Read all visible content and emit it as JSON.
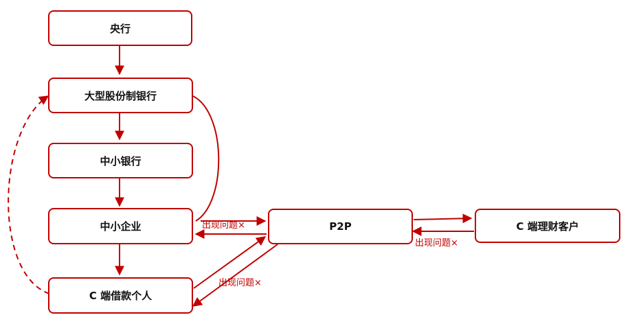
{
  "nodes": {
    "central_bank": "央行",
    "large_bank": "大型股份制银行",
    "small_bank": "中小银行",
    "sme": "中小企业",
    "p2p": "P2P",
    "c_investor": "C 端理财客户",
    "c_borrower": "C 端借款个人"
  },
  "edge_labels": {
    "sme_p2p": "出现问题×",
    "p2p_investor": "出现问题×",
    "p2p_borrower": "出现问题×"
  },
  "colors": {
    "accent": "#c00000",
    "text": "#111111",
    "background": "#ffffff"
  }
}
